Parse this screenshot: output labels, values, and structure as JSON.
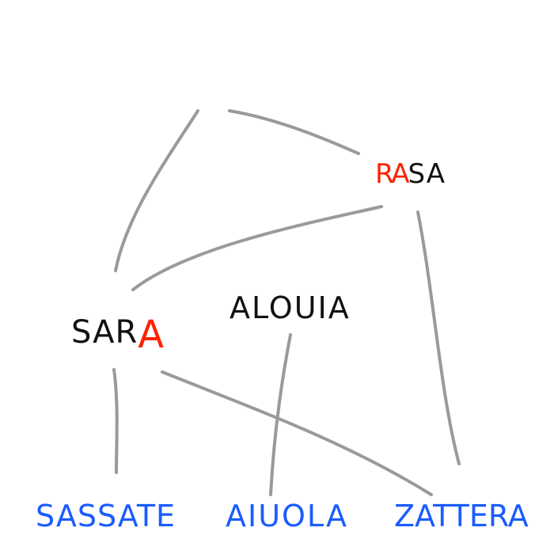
{
  "words": {
    "rasa": {
      "red": "RA",
      "black": "SA"
    },
    "sara": {
      "black": "SAR",
      "red": "A"
    },
    "alouia": {
      "text": "ALOUIA"
    },
    "sassate": {
      "text": "SASSATE"
    },
    "aiuola": {
      "text": "AIUOLA"
    },
    "zattera": {
      "text": "ZATTERA"
    }
  },
  "colors": {
    "edge": "#9a9a9a",
    "black": "#111111",
    "red": "#ff2200",
    "blue": "#1a5cff"
  }
}
